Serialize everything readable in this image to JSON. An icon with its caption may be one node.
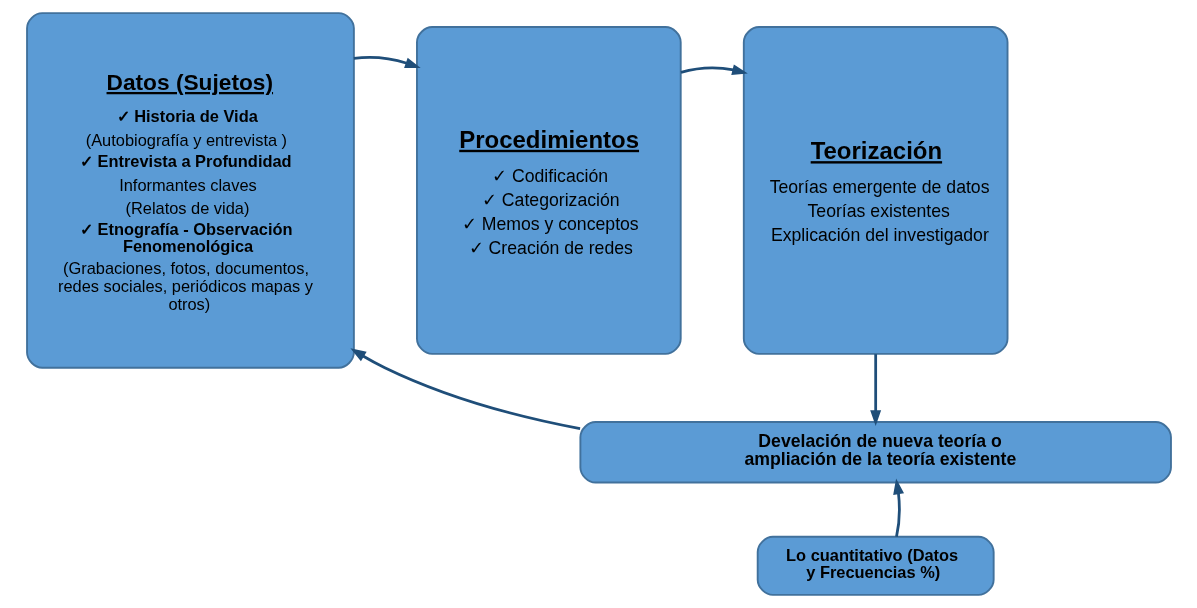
{
  "diagram": {
    "nodes": [
      {
        "text": [
          "Datos (Sujetos)",
          "✓ Historia de Vida",
          "(Autobiografía y entrevista )",
          "✓ Entrevista a Profundidad",
          "Informantes claves",
          "(Relatos de vida)",
          "✓ Etnografía - Observación Fenomenológica",
          "(Grabaciones, fotos, documentos, redes sociales, periódicos mapas y otros)"
        ]
      },
      {
        "text": [
          "Procedimientos",
          "✓ Codificación",
          "✓ Categorización",
          "✓ Memos y conceptos",
          "✓ Creación de redes"
        ]
      },
      {
        "text": [
          "Teorización",
          "Teorías emergente de datos",
          "Teorías existentes",
          "Explicación del investigador"
        ]
      },
      {
        "text": [
          "Develación de nueva teoría o ampliación de la teoría existente"
        ]
      },
      {
        "text": [
          "Lo cuantitativo (Datos y Frecuencias %)"
        ]
      }
    ],
    "edges": [
      {
        "from": 0,
        "to": 1,
        "arrow": "to"
      },
      {
        "from": 1,
        "to": 2,
        "arrow": "to"
      },
      {
        "from": 2,
        "to": 3,
        "arrow": "to"
      },
      {
        "from": 4,
        "to": 3,
        "arrow": "to"
      },
      {
        "from": 3,
        "to": 0,
        "arrow": "to"
      }
    ]
  }
}
